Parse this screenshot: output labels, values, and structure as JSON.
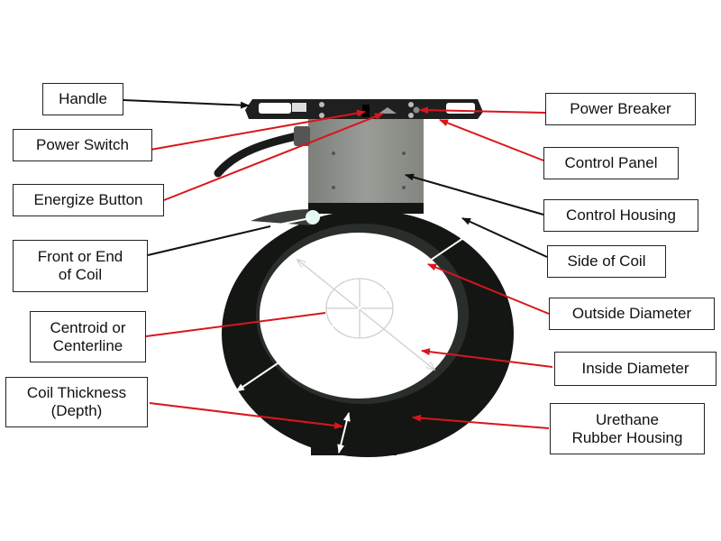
{
  "diagram": {
    "subject": "Electromagnetic lifting coil",
    "colors": {
      "leader_red": "#d9161c",
      "leader_black": "#111111",
      "coil": "#141614",
      "housing": "#8f918c"
    },
    "labels": [
      {
        "id": "handle",
        "text": "Handle",
        "leader": "black"
      },
      {
        "id": "power-switch",
        "text": "Power Switch",
        "leader": "red"
      },
      {
        "id": "energize-button",
        "text": "Energize Button",
        "leader": "red"
      },
      {
        "id": "front-or-end-of-coil",
        "text": "Front or End\nof Coil",
        "leader": "black"
      },
      {
        "id": "centroid-or-centerline",
        "text": "Centroid or\nCenterline",
        "leader": "red"
      },
      {
        "id": "coil-thickness",
        "text": "Coil Thickness\n(Depth)",
        "leader": "red"
      },
      {
        "id": "power-breaker",
        "text": "Power Breaker",
        "leader": "red"
      },
      {
        "id": "control-panel",
        "text": "Control Panel",
        "leader": "red"
      },
      {
        "id": "control-housing",
        "text": "Control Housing",
        "leader": "black"
      },
      {
        "id": "side-of-coil",
        "text": "Side of Coil",
        "leader": "black"
      },
      {
        "id": "outside-diameter",
        "text": "Outside Diameter",
        "leader": "red"
      },
      {
        "id": "inside-diameter",
        "text": "Inside Diameter",
        "leader": "red"
      },
      {
        "id": "urethane-rubber-housing",
        "text": "Urethane\nRubber Housing",
        "leader": "red"
      }
    ]
  }
}
